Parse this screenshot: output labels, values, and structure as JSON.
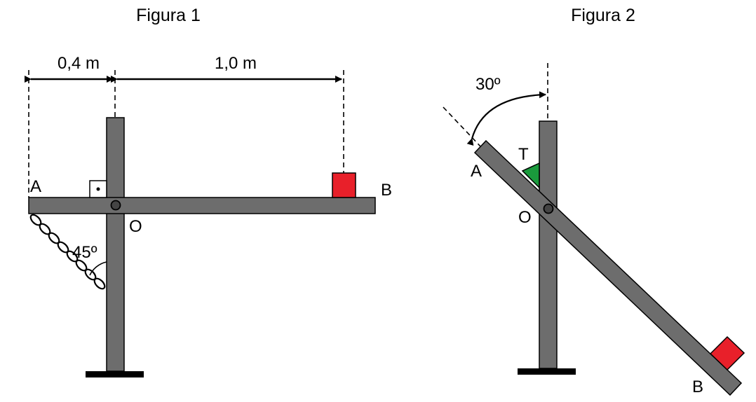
{
  "figure1": {
    "title": "Figura 1",
    "dim_left": "0,4 m",
    "dim_right": "1,0 m",
    "label_a": "A",
    "label_b": "B",
    "label_o": "O",
    "chain_angle": "45º"
  },
  "figure2": {
    "title": "Figura 2",
    "angle": "30º",
    "label_a": "A",
    "label_b": "B",
    "label_o": "O",
    "label_t": "T"
  },
  "colors": {
    "bar": "#6d6d6d",
    "block": "#e8202a",
    "wedge": "#1a9a3c",
    "outline": "#000000"
  }
}
